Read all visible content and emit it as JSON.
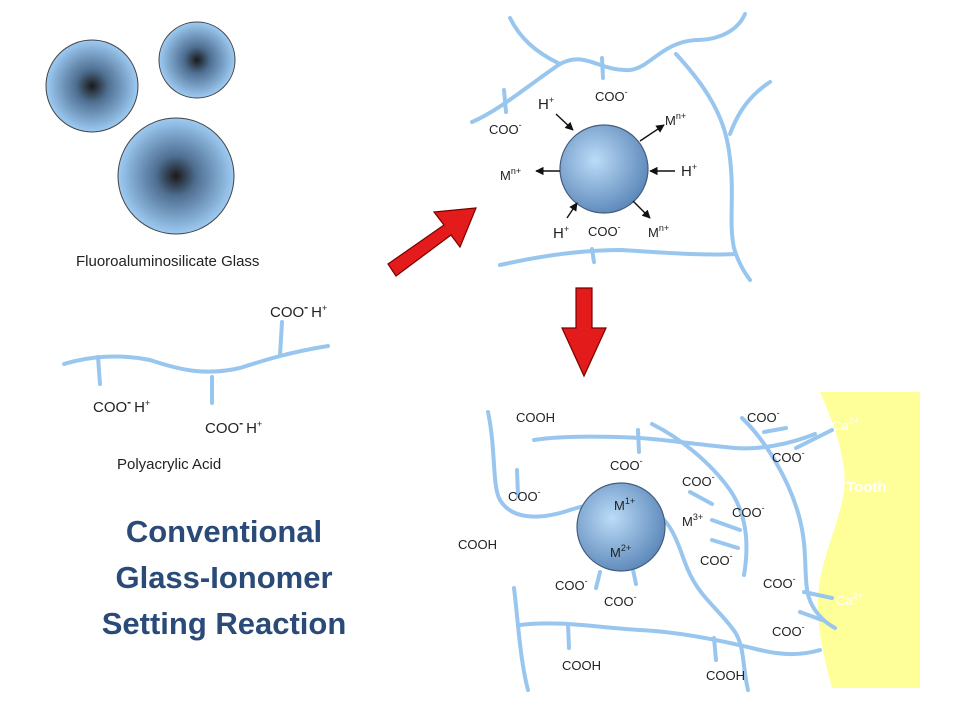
{
  "glass_label": "Fluoroaluminosilicate Glass",
  "acid_label": "Polyacrylic Acid",
  "title": [
    "Conventional",
    "Glass-Ionomer",
    "Setting Reaction"
  ],
  "tooth_label": "Tooth",
  "colors": {
    "polymer": "#99c6ee",
    "particle_light": "#9ecbf3",
    "particle_dark": "#1a1a1a",
    "arrow_red": "#e31b1b",
    "tooth": "#ffff99",
    "title": "#2a4a78"
  },
  "chem": {
    "coo": "COO",
    "cooh": "COOH",
    "h": "H",
    "m": "M",
    "ca": "Ca",
    "minus": "-",
    "n_plus": "n+",
    "plus": "+",
    "one_plus": "1+",
    "two_plus": "2+",
    "three_plus": "3+"
  }
}
